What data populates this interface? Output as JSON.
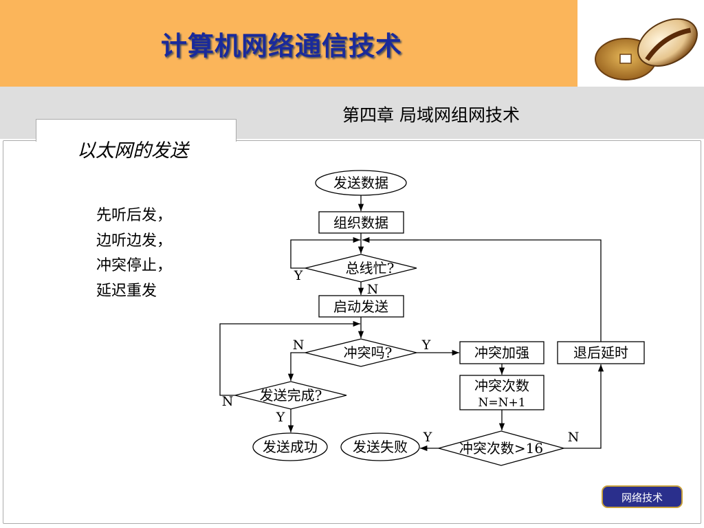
{
  "header": {
    "title": "计算机网络通信技术"
  },
  "band": {
    "chapter": "第四章  局域网组网技术"
  },
  "section": {
    "title": "以太网的发送"
  },
  "principle": {
    "lines": [
      "先听后发，",
      "边听边发，",
      "冲突停止，",
      "延迟重发"
    ]
  },
  "flowchart": {
    "nodes": {
      "start": "发送数据",
      "organize": "组织数据",
      "bus_busy": "总线忙?",
      "start_send": "启动发送",
      "collision": "冲突吗?",
      "send_done": "发送完成?",
      "success": "发送成功",
      "enhance": "冲突加强",
      "count_line1": "冲突次数",
      "count_line2": "N=N+1",
      "count_check": "冲突次数>16",
      "fail": "发送失败",
      "backoff": "退后延时"
    },
    "labels": {
      "busy_yes": "Y",
      "busy_no": "N",
      "collision_no": "N",
      "collision_yes": "Y",
      "done_no": "N",
      "done_yes": "Y",
      "count_yes": "Y",
      "count_no": "N"
    }
  },
  "footer": {
    "badge": "网络技术"
  }
}
